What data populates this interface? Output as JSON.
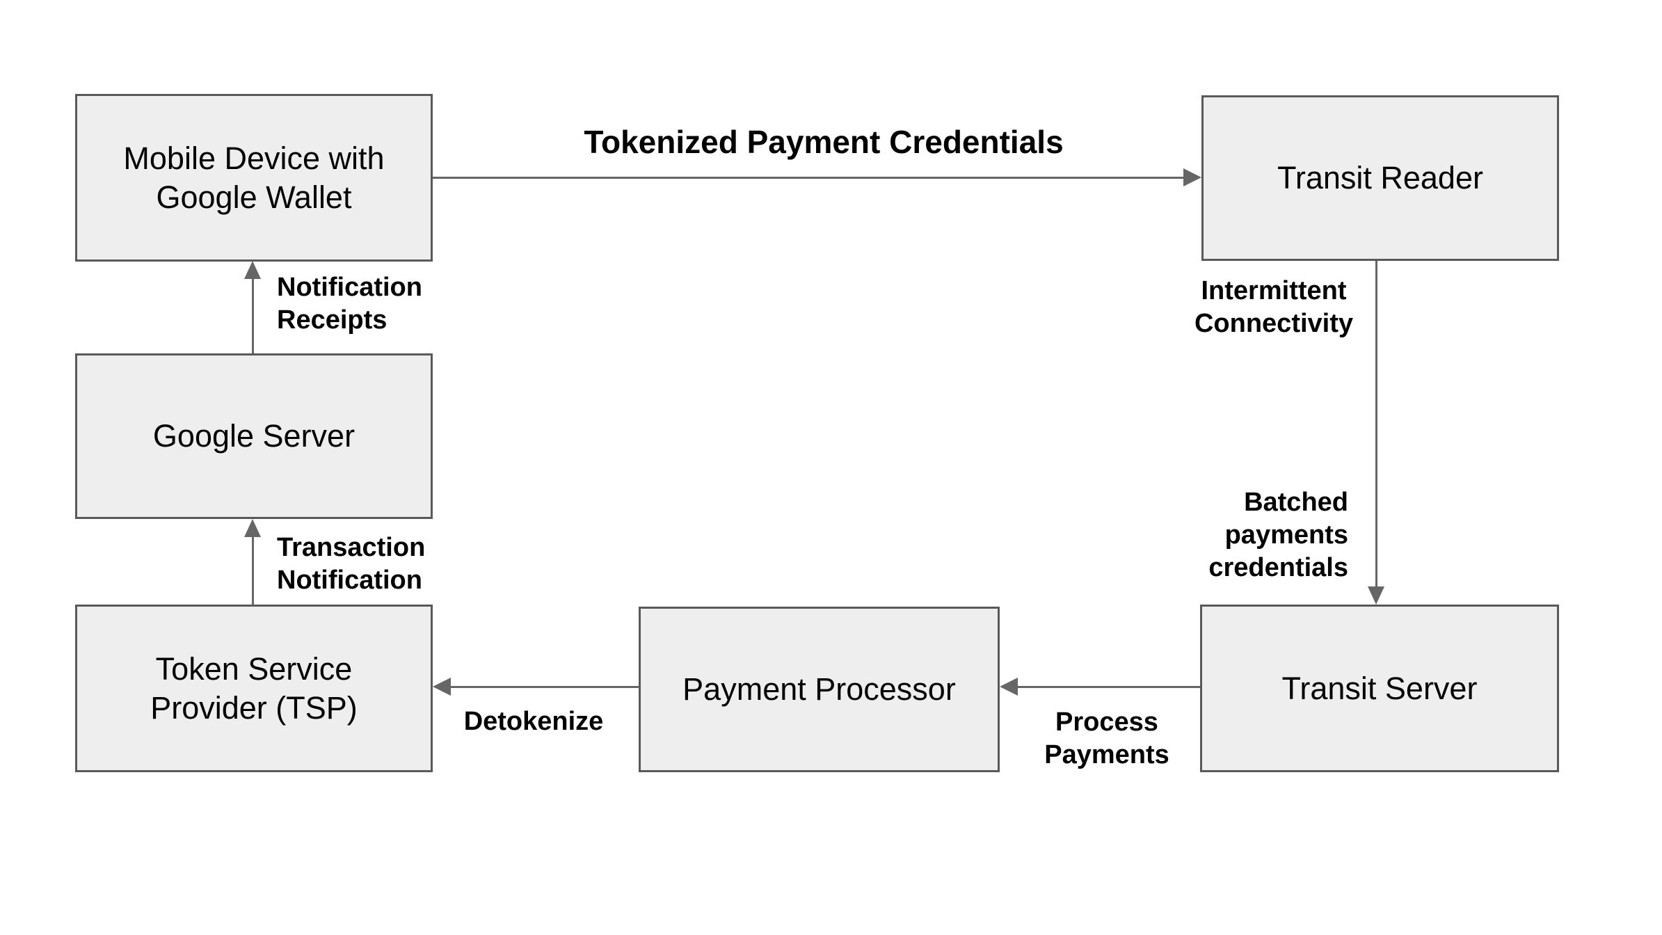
{
  "diagram": {
    "type": "flowchart",
    "colors": {
      "background": "#ffffff",
      "node_fill": "#eeeeee",
      "node_border": "#595959",
      "connector": "#666666",
      "text": "#000000"
    },
    "nodes": [
      {
        "id": "mobile-device",
        "label": "Mobile Device with\nGoogle Wallet"
      },
      {
        "id": "transit-reader",
        "label": "Transit Reader"
      },
      {
        "id": "google-server",
        "label": "Google Server"
      },
      {
        "id": "token-service-provider",
        "label": "Token Service\nProvider (TSP)"
      },
      {
        "id": "payment-processor",
        "label": "Payment Processor"
      },
      {
        "id": "transit-server",
        "label": "Transit Server"
      }
    ],
    "edges": [
      {
        "from": "mobile-device",
        "to": "transit-reader",
        "label": "Tokenized Payment Credentials"
      },
      {
        "from": "google-server",
        "to": "mobile-device",
        "label": "Notification\nReceipts"
      },
      {
        "from": "token-service-provider",
        "to": "google-server",
        "label": "Transaction\nNotification"
      },
      {
        "from": "transit-reader",
        "to": "transit-server",
        "label": "Intermittent\nConnectivity",
        "label2": "Batched\npayments\ncredentials"
      },
      {
        "from": "transit-server",
        "to": "payment-processor",
        "label": "Process\nPayments"
      },
      {
        "from": "payment-processor",
        "to": "token-service-provider",
        "label": "Detokenize"
      }
    ]
  }
}
